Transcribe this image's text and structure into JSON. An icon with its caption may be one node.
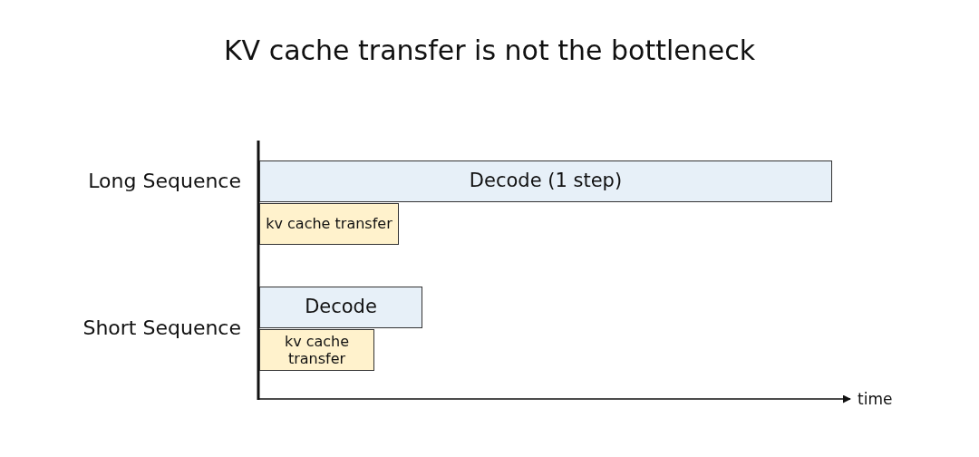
{
  "diagram": {
    "title": "KV cache transfer is not the bottleneck",
    "nodes": [
      {
        "text": [
          "Decode (1 step)"
        ]
      },
      {
        "text": [
          "kv cache transfer"
        ]
      },
      {
        "text": [
          "Decode"
        ]
      },
      {
        "text": [
          "kv cache transfer"
        ]
      }
    ],
    "labels": [
      "Long Sequence",
      "Short Sequence",
      "time"
    ]
  }
}
